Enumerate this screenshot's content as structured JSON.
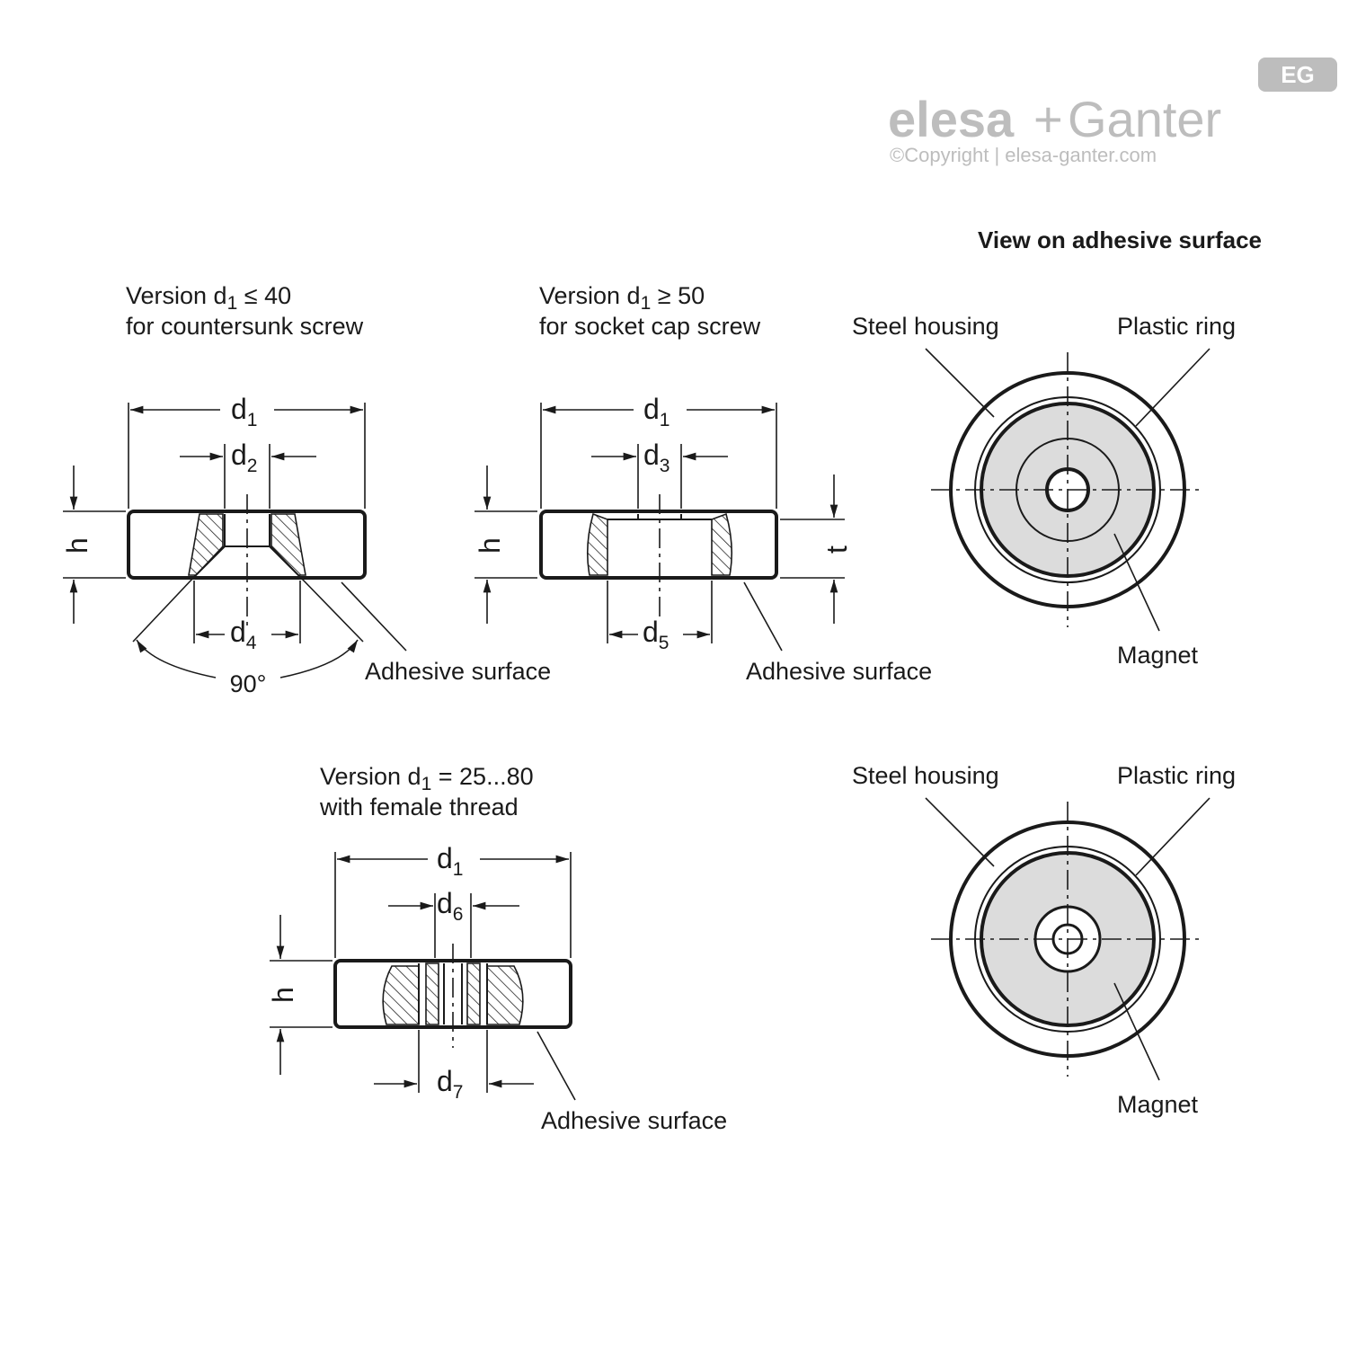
{
  "logo": {
    "brand_left": "elesa",
    "brand_plus": "+",
    "brand_right": "Ganter",
    "copyright": "©Copyright | elesa-ganter.com",
    "badge": "EG"
  },
  "view_title": "View on adhesive surface",
  "version1": {
    "line1_a": "Version d",
    "line1_sub": "1",
    "line1_b": " ≤ 40",
    "line2": "for countersunk screw",
    "d_outer": "d",
    "d_outer_sub": "1",
    "d_hole": "d",
    "d_hole_sub": "2",
    "d_bottom": "d",
    "d_bottom_sub": "4",
    "height": "h",
    "angle": "90°",
    "surface": "Adhesive surface"
  },
  "version2": {
    "line1_a": "Version d",
    "line1_sub": "1",
    "line1_b": " ≥ 50",
    "line2": "for socket cap screw",
    "d_outer": "d",
    "d_outer_sub": "1",
    "d_hole": "d",
    "d_hole_sub": "3",
    "d_bottom": "d",
    "d_bottom_sub": "5",
    "height": "h",
    "depth": "t",
    "surface": "Adhesive surface"
  },
  "version3": {
    "line1_a": "Version d",
    "line1_sub": "1",
    "line1_b": " = 25...80",
    "line2": "with female thread",
    "d_outer": "d",
    "d_outer_sub": "1",
    "d_hole": "d",
    "d_hole_sub": "6",
    "d_bottom": "d",
    "d_bottom_sub": "7",
    "height": "h",
    "surface": "Adhesive surface"
  },
  "view_top": {
    "steel_housing": "Steel housing",
    "plastic_ring": "Plastic ring",
    "magnet": "Magnet"
  },
  "view_bottom": {
    "steel_housing": "Steel housing",
    "plastic_ring": "Plastic ring",
    "magnet": "Magnet"
  },
  "colors": {
    "line": "#1a1a1a",
    "magnet_fill": "#dcdcdc",
    "logo_grey": "#bdbdbd"
  }
}
